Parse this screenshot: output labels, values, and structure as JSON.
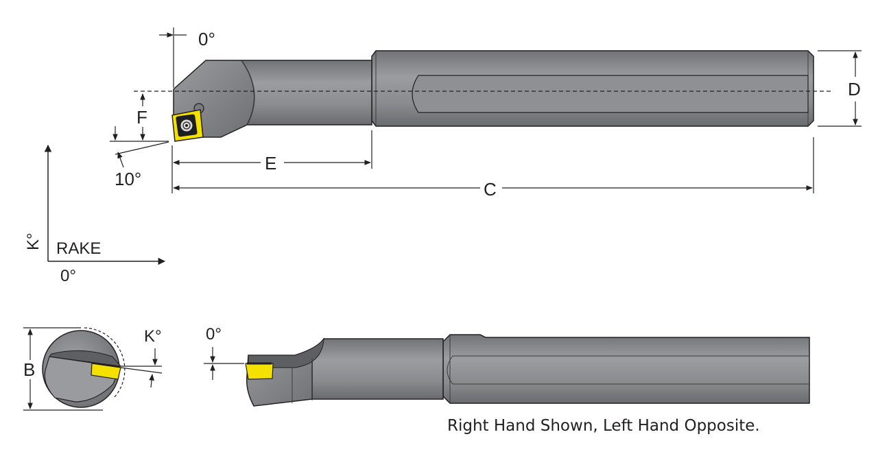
{
  "labels": {
    "top_angle": "0°",
    "dim_f": "F",
    "dim_d": "D",
    "dim_e": "E",
    "dim_c": "C",
    "clearance_angle": "10°",
    "axis_k": "K°",
    "axis_rake": "RAKE",
    "axis_zero": "0°",
    "dim_b": "B",
    "end_k": "K°",
    "side_angle": "0°"
  },
  "caption": "Right Hand Shown, Left Hand Opposite.",
  "colors": {
    "body_gray": "#8a8b8d",
    "body_dark": "#5e5f62",
    "body_light": "#b3b4b6",
    "insert_yellow": "#f5e100",
    "line": "#231f20"
  }
}
